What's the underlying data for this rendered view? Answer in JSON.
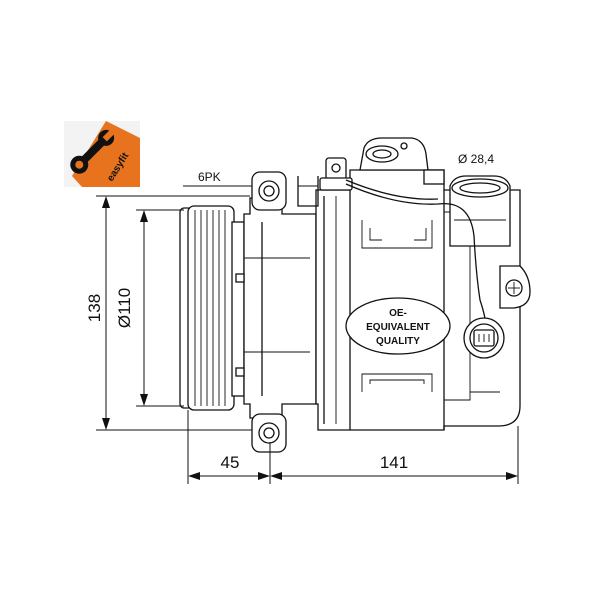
{
  "logo": {
    "text": "easyfit",
    "bg_color": "#E8731E",
    "icon": "wrench-icon"
  },
  "callouts": {
    "belt": "6PK",
    "port_diameter": "Ø 28,4"
  },
  "dimensions": {
    "height": "138",
    "pulley_diameter": "Ø110",
    "pulley_offset": "45",
    "body_length": "141"
  },
  "badge": {
    "line1": "OE-",
    "line2": "EQUIVALENT",
    "line3": "QUALITY"
  }
}
